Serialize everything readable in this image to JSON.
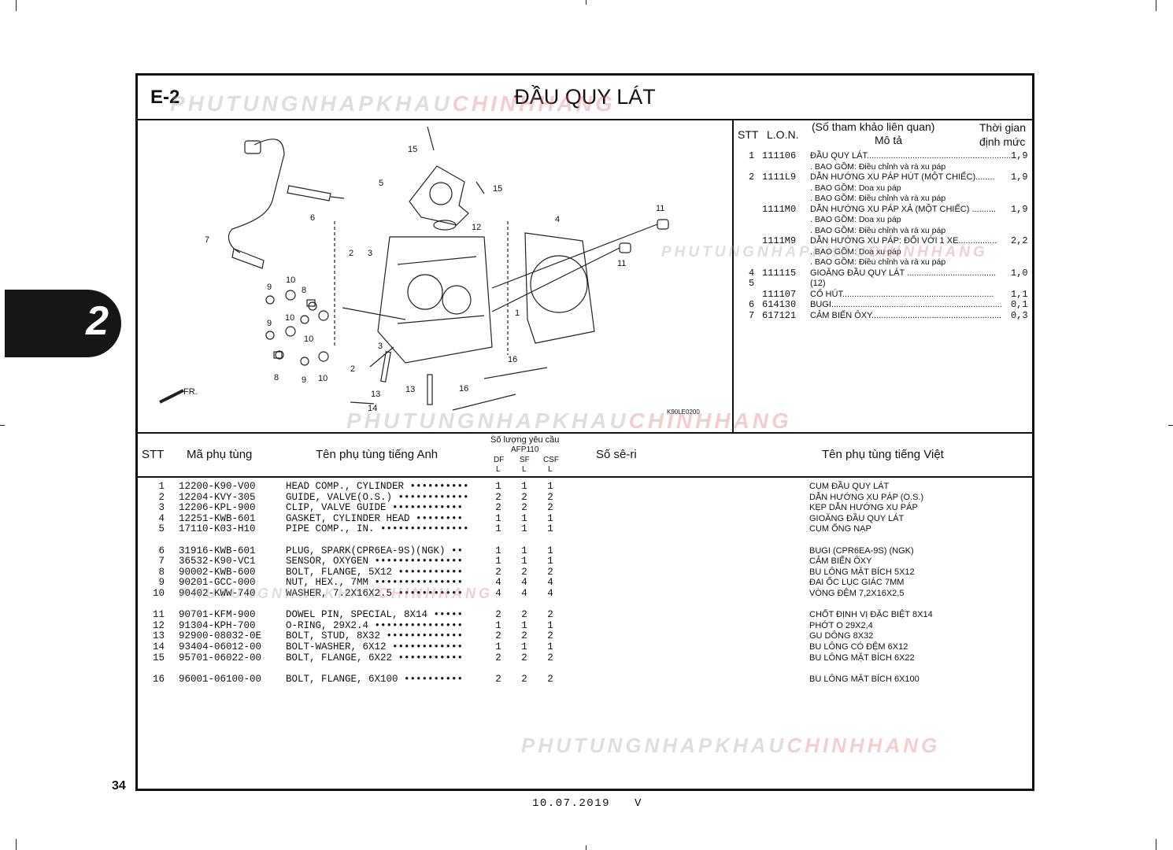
{
  "page": {
    "code": "E-2",
    "title": "ĐẦU QUY LÁT",
    "page_number": "34",
    "date": "10.07.2019",
    "revision": "V",
    "section_tab": "2"
  },
  "diagram": {
    "code": "K90LE0200",
    "front_label": "FR.",
    "callouts": [
      "15",
      "5",
      "15",
      "6",
      "7",
      "12",
      "4",
      "11",
      "11",
      "2",
      "3",
      "1",
      "10",
      "8",
      "9",
      "10",
      "9",
      "10",
      "3",
      "2",
      "16",
      "9",
      "10",
      "8",
      "13",
      "13",
      "14",
      "16"
    ]
  },
  "lon": {
    "headers": {
      "stt": "STT",
      "lon": "L.O.N.",
      "ref": "(Số tham khảo liên quan)",
      "desc": "Mô tả",
      "time_1": "Thời gian",
      "time_2": "định mức"
    },
    "rows": [
      {
        "stt": "1",
        "code": "111106",
        "desc": "ĐẦU QUY LÁT..............................................................",
        "time": "1,9"
      },
      {
        "stt": "",
        "code": "",
        "desc": ". BAO GỒM: Điều chỉnh và rà xu páp",
        "time": ""
      },
      {
        "stt": "2",
        "code": "1111L9",
        "desc": "DẪN HƯỚNG XU PÁP HÚT (MỘT CHIẾC)........",
        "time": "1,9"
      },
      {
        "stt": "",
        "code": "",
        "desc": ". BAO GỒM: Doa xu páp",
        "time": ""
      },
      {
        "stt": "",
        "code": "",
        "desc": ". BAO GỒM: Điều chỉnh và rà xu páp",
        "time": ""
      },
      {
        "stt": "",
        "code": "1111M0",
        "desc": "DẪN HƯỚNG XU PÁP XẢ (MỘT CHIẾC) ..........",
        "time": "1,9"
      },
      {
        "stt": "",
        "code": "",
        "desc": ". BAO GỒM: Doa xu páp",
        "time": ""
      },
      {
        "stt": "",
        "code": "",
        "desc": ". BAO GỒM: Điều chỉnh và rà xu páp",
        "time": ""
      },
      {
        "stt": "",
        "code": "1111M9",
        "desc": "DẪN HƯỚNG XU PÁP: ĐỐI VỚI 1 XE................",
        "time": "2,2"
      },
      {
        "stt": "",
        "code": "",
        "desc": ". BAO GỒM: Doa xu páp",
        "time": ""
      },
      {
        "stt": "",
        "code": "",
        "desc": ". BAO GỒM: Điều chỉnh và rà xu páp",
        "time": ""
      },
      {
        "stt": "4",
        "code": "111115",
        "desc": "GIOĂNG ĐẦU QUY LÁT .....................................",
        "time": "1,0"
      },
      {
        "stt": "5",
        "code": "",
        "desc": "(12)",
        "time": ""
      },
      {
        "stt": "",
        "code": "111107",
        "desc": "CỔ HÚT...............................................................",
        "time": "1,1"
      },
      {
        "stt": "6",
        "code": "614130",
        "desc": "BUGI.......................................................................",
        "time": "0,1"
      },
      {
        "stt": "7",
        "code": "617121",
        "desc": "CẢM BIẾN ÔXY......................................................",
        "time": "0,3"
      }
    ]
  },
  "parts_table": {
    "headers": {
      "stt": "STT",
      "part_no": "Mã phụ tùng",
      "name_en": "Tên phụ tùng tiếng Anh",
      "qty_title": "Số lượng yêu cầu",
      "model": "AFP110",
      "df": "DF",
      "sf": "SF",
      "csf": "CSF",
      "unit": "L",
      "serial": "Số sê-ri",
      "name_vi": "Tên phụ tùng tiếng Việt"
    },
    "rows": [
      {
        "stt": "1",
        "part_no": "12200-K90-V00",
        "name_en": "HEAD COMP., CYLINDER ••••••••••",
        "df": "1",
        "sf": "1",
        "csf": "1",
        "name_vi": "CỤM ĐẦU QUY LÁT"
      },
      {
        "stt": "2",
        "part_no": "12204-KVY-305",
        "name_en": "GUIDE, VALVE(O.S.) ••••••••••••",
        "df": "2",
        "sf": "2",
        "csf": "2",
        "name_vi": "DẪN HƯỚNG XU PÁP (O.S.)"
      },
      {
        "stt": "3",
        "part_no": "12206-KPL-900",
        "name_en": "CLIP, VALVE GUIDE ••••••••••••",
        "df": "2",
        "sf": "2",
        "csf": "2",
        "name_vi": "KẸP DẪN HƯỚNG XU PÁP"
      },
      {
        "stt": "4",
        "part_no": "12251-KWB-601",
        "name_en": "GASKET, CYLINDER HEAD ••••••••",
        "df": "1",
        "sf": "1",
        "csf": "1",
        "name_vi": "GIOĂNG ĐẦU QUY LÁT"
      },
      {
        "stt": "5",
        "part_no": "17110-K03-H10",
        "name_en": "PIPE COMP., IN. •••••••••••••••",
        "df": "1",
        "sf": "1",
        "csf": "1",
        "name_vi": "CỤM ỐNG NẠP"
      },
      {
        "stt": "6",
        "part_no": "31916-KWB-601",
        "name_en": "PLUG, SPARK(CPR6EA-9S)(NGK) ••",
        "df": "1",
        "sf": "1",
        "csf": "1",
        "name_vi": "BUGI (CPR6EA-9S) (NGK)"
      },
      {
        "stt": "7",
        "part_no": "36532-K90-VC1",
        "name_en": "SENSOR, OXYGEN •••••••••••••••",
        "df": "1",
        "sf": "1",
        "csf": "1",
        "name_vi": "CẢM BIẾN ÔXY"
      },
      {
        "stt": "8",
        "part_no": "90002-KWB-600",
        "name_en": "BOLT, FLANGE, 5X12 •••••••••••",
        "df": "2",
        "sf": "2",
        "csf": "2",
        "name_vi": "BU LÔNG MẶT BÍCH 5X12"
      },
      {
        "stt": "9",
        "part_no": "90201-GCC-000",
        "name_en": "NUT, HEX., 7MM •••••••••••••••",
        "df": "4",
        "sf": "4",
        "csf": "4",
        "name_vi": "ĐAI ỐC LỤC GIÁC 7MM"
      },
      {
        "stt": "10",
        "part_no": "90402-KWW-740",
        "name_en": "WASHER, 7.2X16X2.5 •••••••••••",
        "df": "4",
        "sf": "4",
        "csf": "4",
        "name_vi": "VÒNG ĐỆM 7,2X16X2,5"
      },
      {
        "stt": "11",
        "part_no": "90701-KFM-900",
        "name_en": "DOWEL PIN, SPECIAL, 8X14 •••••",
        "df": "2",
        "sf": "2",
        "csf": "2",
        "name_vi": "CHỐT ĐỊNH VỊ ĐẶC BIỆT 8X14"
      },
      {
        "stt": "12",
        "part_no": "91304-KPH-700",
        "name_en": "O-RING, 29X2.4 •••••••••••••••",
        "df": "1",
        "sf": "1",
        "csf": "1",
        "name_vi": "PHỚT O 29X2,4"
      },
      {
        "stt": "13",
        "part_no": "92900-08032-0E",
        "name_en": "BOLT, STUD, 8X32 •••••••••••••",
        "df": "2",
        "sf": "2",
        "csf": "2",
        "name_vi": "GU DÔNG 8X32"
      },
      {
        "stt": "14",
        "part_no": "93404-06012-00",
        "name_en": "BOLT-WASHER, 6X12 ••••••••••••",
        "df": "1",
        "sf": "1",
        "csf": "1",
        "name_vi": "BU LÔNG CÓ ĐỆM 6X12"
      },
      {
        "stt": "15",
        "part_no": "95701-06022-00",
        "name_en": "BOLT, FLANGE, 6X22 •••••••••••",
        "df": "2",
        "sf": "2",
        "csf": "2",
        "name_vi": "BU LÔNG MẶT BÍCH 6X22"
      },
      {
        "stt": "16",
        "part_no": "96001-06100-00",
        "name_en": "BOLT, FLANGE, 6X100 ••••••••••",
        "df": "2",
        "sf": "2",
        "csf": "2",
        "name_vi": "BU LÔNG MẶT BÍCH 6X100"
      }
    ]
  },
  "watermark": {
    "part_a": "PHUTUNGNHAPKHAU",
    "part_b": "CHINHHANG"
  }
}
